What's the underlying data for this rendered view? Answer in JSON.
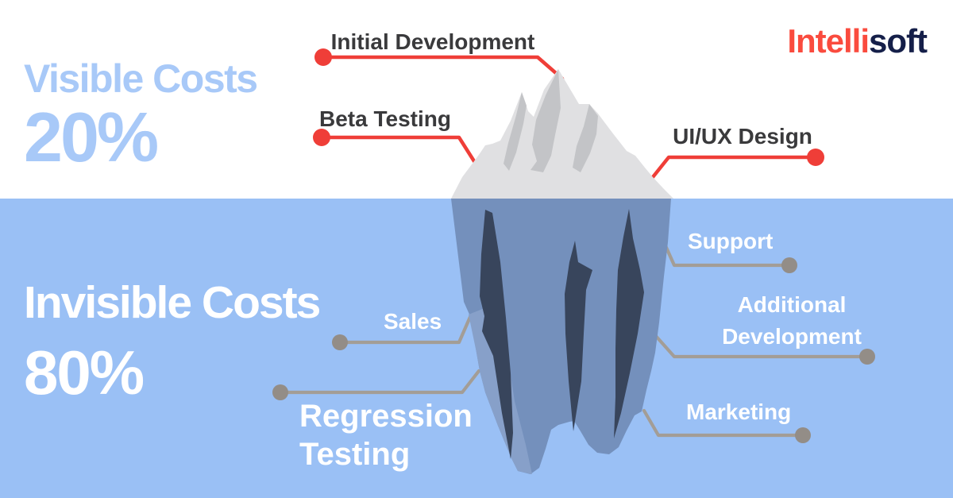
{
  "logo": {
    "part1": "Intelli",
    "part2": "soft"
  },
  "sections": {
    "visible": {
      "title": "Visible Costs",
      "percent": "20%"
    },
    "invisible": {
      "title": "Invisible Costs",
      "percent": "80%"
    }
  },
  "labels": {
    "initial_development": "Initial Development",
    "beta_testing": "Beta Testing",
    "ui_ux_design": "UI/UX Design",
    "support": "Support",
    "sales": "Sales",
    "additional_development": "Additional Development",
    "regression_testing": "Regression Testing",
    "marketing": "Marketing"
  },
  "colors": {
    "water": "#9AC0F5",
    "heading_blue": "#A8C9F8",
    "label_dark": "#3A3A3C",
    "accent_red": "#EF3E38",
    "logo_red": "#FA4B3E",
    "logo_navy": "#151F49",
    "leader_gray": "#A39D96",
    "iceberg_above": "#E0E0E2",
    "iceberg_above_facet": "#C3C4C7",
    "iceberg_below": "#7490BC",
    "iceberg_crevice": "#38455C"
  }
}
